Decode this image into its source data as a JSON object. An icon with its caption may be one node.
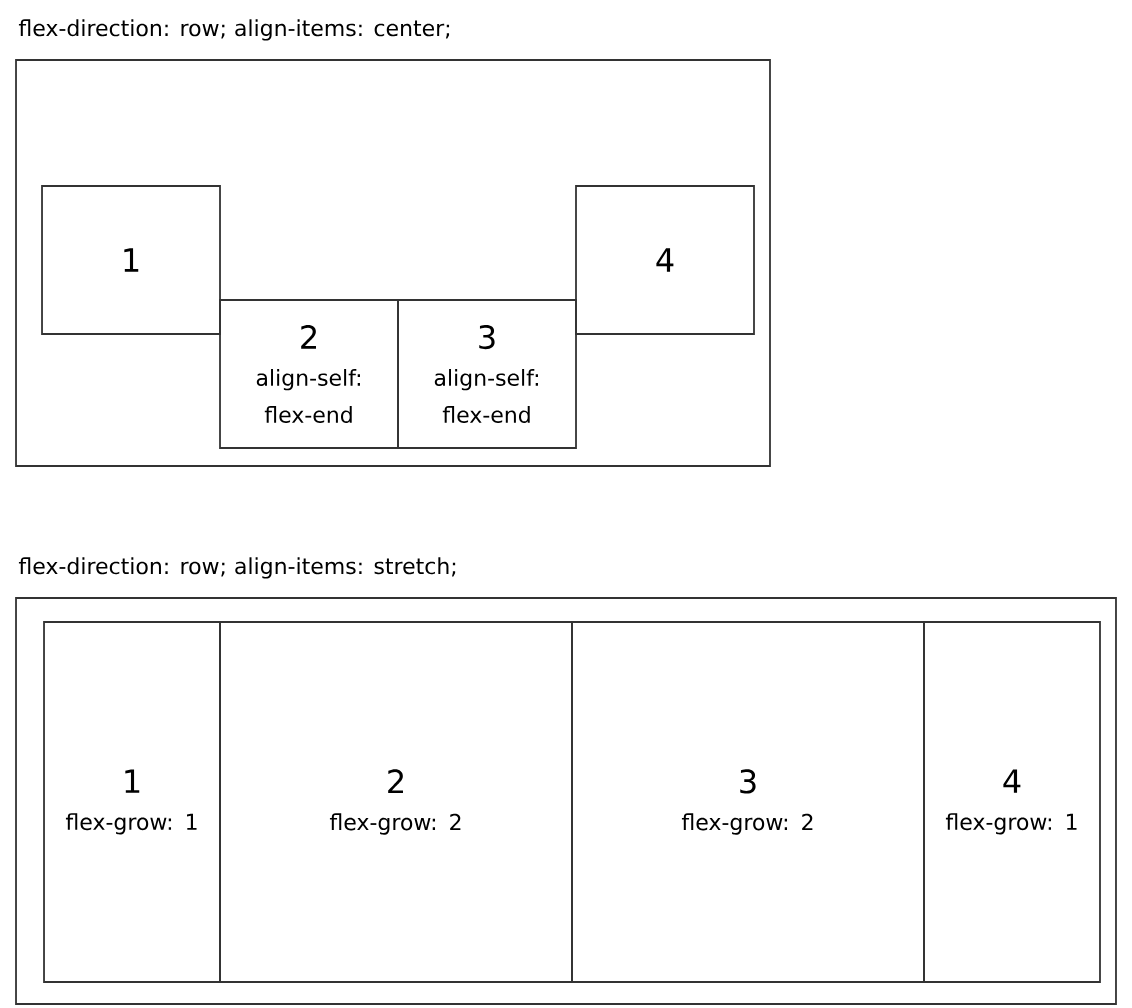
{
  "diagram": {
    "nodes": [
      {
        "text": [
          "flex-direction: row; align-items: center;"
        ]
      },
      {
        "text": [
          "1"
        ],
        "in": 0
      },
      {
        "text": [
          "2",
          "align-self: flex-end"
        ],
        "in": 0
      },
      {
        "text": [
          "3",
          "align-self: flex-end"
        ],
        "in": 0
      },
      {
        "text": [
          "4"
        ],
        "in": 0
      },
      {
        "text": [
          "flex-direction: row; align-items: stretch;"
        ]
      },
      {
        "text": [
          "1",
          "flex-grow: 1"
        ],
        "in": 5
      },
      {
        "text": [
          "2",
          "flex-grow: 2"
        ],
        "in": 5
      },
      {
        "text": [
          "3",
          "flex-grow: 2"
        ],
        "in": 5
      },
      {
        "text": [
          "4",
          "flex-grow: 1"
        ],
        "in": 5
      }
    ]
  }
}
